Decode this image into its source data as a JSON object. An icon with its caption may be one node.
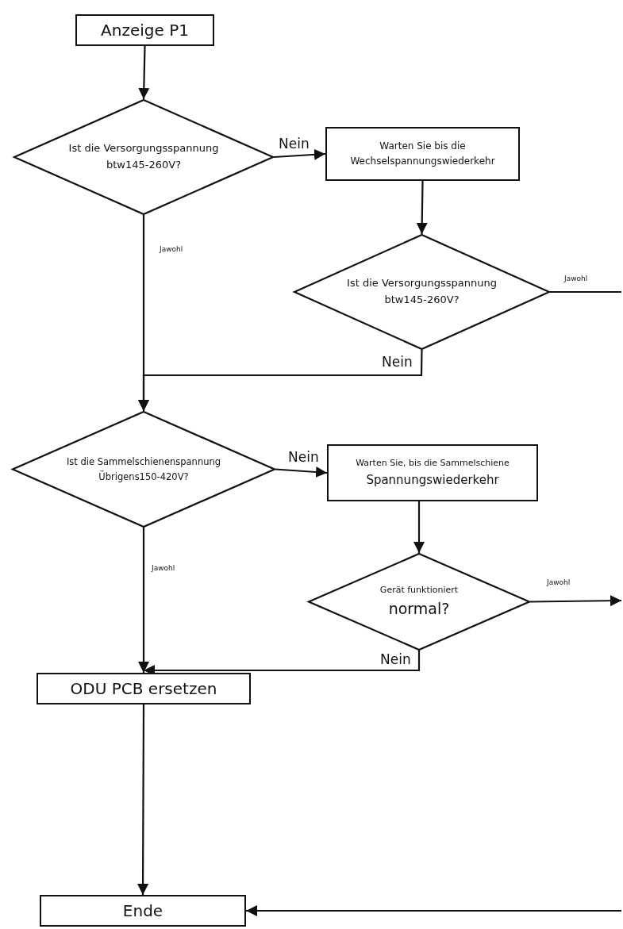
{
  "diagram": {
    "nodes": [
      {
        "text": [
          "Anzeige P1"
        ]
      },
      {
        "text": [
          "Ist die Versorgungsspannung btw145-260V?"
        ]
      },
      {
        "text": [
          "Warten Sie bis die Wechselspannungswiederkehr"
        ]
      },
      {
        "text": [
          "Ist die Versorgungsspannung btw145-260V?"
        ]
      },
      {
        "text": [
          "Ist die Sammelschienenspannung Übrigens150-420V?"
        ]
      },
      {
        "text": [
          "Warten Sie, bis die Sammelschiene",
          "Spannungswiederkehr"
        ]
      },
      {
        "text": [
          "Gerät funktioniert",
          "normal?"
        ]
      },
      {
        "text": [
          "ODU PCB ersetzen"
        ]
      },
      {
        "text": [
          "Ende"
        ]
      }
    ],
    "edges": [
      {
        "from": 0,
        "to": 1,
        "arrow": "to"
      },
      {
        "from": 1,
        "to": 2,
        "arrow": "to",
        "label": "Nein"
      },
      {
        "from": 1,
        "to": 4,
        "arrow": "to",
        "label": "Jawohl"
      },
      {
        "from": 2,
        "to": 3,
        "arrow": "to"
      },
      {
        "from": 3,
        "to": null,
        "arrow": "none",
        "label": "Jawohl"
      },
      {
        "from": 3,
        "to": 4,
        "arrow": "to",
        "label": "Nein"
      },
      {
        "from": 4,
        "to": 5,
        "arrow": "to",
        "label": "Nein"
      },
      {
        "from": 4,
        "to": 7,
        "arrow": "to",
        "label": "Jawohl"
      },
      {
        "from": 5,
        "to": 6,
        "arrow": "to"
      },
      {
        "from": 6,
        "to": null,
        "arrow": "to",
        "label": "Jawohl"
      },
      {
        "from": 6,
        "to": 7,
        "arrow": "to",
        "label": "Nein"
      },
      {
        "from": 7,
        "to": 8,
        "arrow": "to"
      },
      {
        "from": null,
        "to": 8,
        "arrow": "to"
      }
    ]
  }
}
